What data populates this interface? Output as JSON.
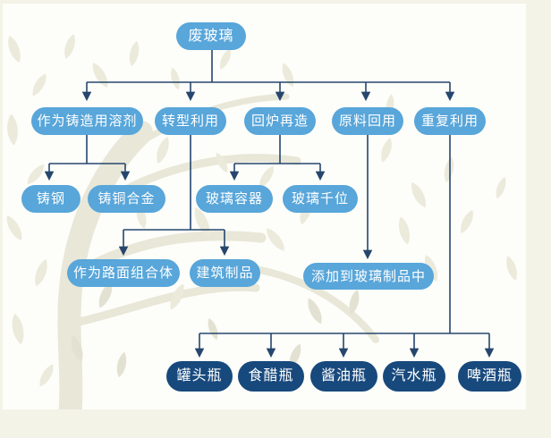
{
  "flowchart": {
    "root": {
      "label": "废玻璃"
    },
    "branches": [
      {
        "label": "作为铸造用溶剂",
        "children": [
          "铸钢",
          "铸铜合金"
        ]
      },
      {
        "label": "转型利用",
        "children": [
          "作为路面组合体",
          "建筑制品"
        ]
      },
      {
        "label": "回炉再造",
        "children": [
          "玻璃容器",
          "玻璃千位"
        ]
      },
      {
        "label": "原料回用",
        "children": [
          "添加到玻璃制品中"
        ]
      },
      {
        "label": "重复利用",
        "children": [
          "罐头瓶",
          "食醋瓶",
          "酱油瓶",
          "汽水瓶",
          "啤酒瓶"
        ]
      }
    ],
    "colors": {
      "node_primary": "#58a6da",
      "node_dark": "#17497d",
      "connector": "#26466d",
      "background": "#fdfdf9",
      "frame": "#f4f3e8",
      "watermark": "#e8e7d8"
    }
  }
}
